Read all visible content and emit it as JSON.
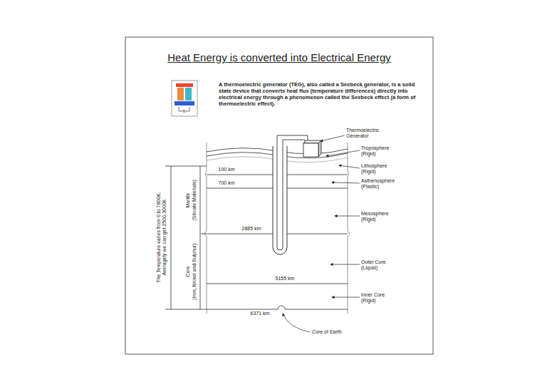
{
  "diagram": {
    "title": "Heat Energy is converted into Electrical Energy",
    "labels": [
      "A thermoelectric generator (TEG), also called a Seebeck generator, is a solid state device that converts heat flux (temperature differences) directly into electrical energy through a phenomenon called the Seebeck effect (a form of thermoelectric effect).",
      "Thermoelectric",
      "Generator",
      "Troposphere",
      "(Rigid)",
      "Lithosphere",
      "(Rigid)",
      "Asthenosphere",
      "(Plastic)",
      "Mesosphere",
      "(Rigid)",
      "Outer Core",
      "(Liquid)",
      "Inner Core",
      "(Rigid)",
      "100 km",
      "700 km",
      "2885 km",
      "5155 km",
      "6371 km",
      "Core of Earth",
      "The Temperature varies from 0 to 7800K.",
      "Averagely we can get 2500-3000K",
      "Mantle",
      "(Silicate Materials)",
      "Core",
      "(Iron, Nickel and Sulphur)"
    ]
  }
}
